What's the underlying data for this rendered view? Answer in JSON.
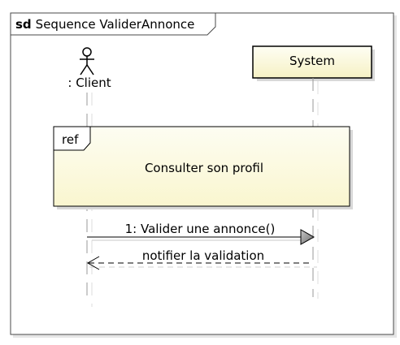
{
  "frame": {
    "keyword": "sd",
    "name": "Sequence ValiderAnnonce"
  },
  "lifelines": {
    "actor": {
      "label": ": Client"
    },
    "system": {
      "label": "System"
    }
  },
  "ref_fragment": {
    "operator": "ref",
    "label": "Consulter son profil"
  },
  "messages": [
    {
      "label": "1: Valider une annonce()",
      "kind": "synchronous"
    },
    {
      "label": "notifier la validation",
      "kind": "reply"
    }
  ],
  "colors": {
    "frame_border": "#4a4a4a",
    "box_fill_light": "#fefef0",
    "box_fill_dark": "#f8f4c8",
    "ref_fill_top": "#fdfdf0",
    "ref_fill_bottom": "#fbf7d0",
    "lifeline": "#9a9a9a",
    "arrowhead": "#7a7a7a"
  }
}
